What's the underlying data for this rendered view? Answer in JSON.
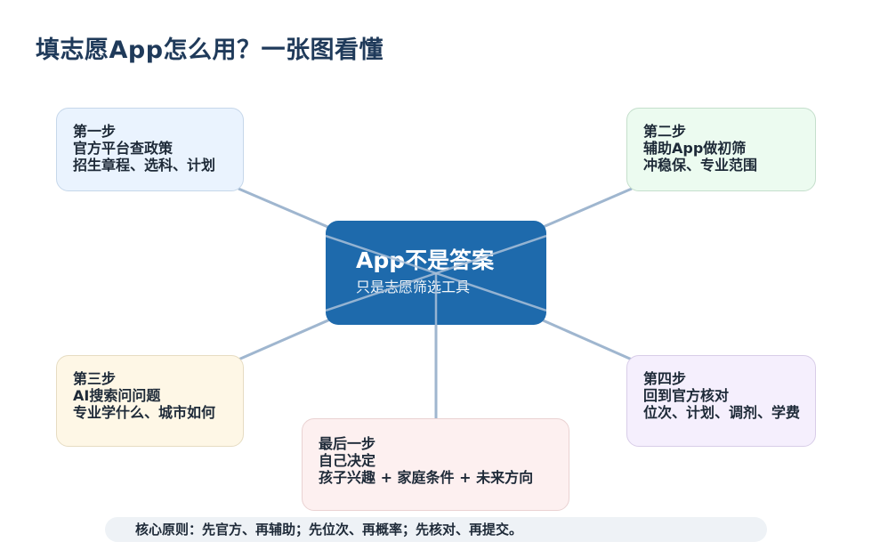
{
  "title": "填志愿App怎么用？一张图看懂",
  "center": {
    "heading": "App不是答案",
    "sub": "只是志愿筛选工具"
  },
  "cards": [
    {
      "line1": "第一步",
      "line2": "官方平台查政策",
      "line3": "招生章程、选科、计划"
    },
    {
      "line1": "第二步",
      "line2": "辅助App做初筛",
      "line3": "冲稳保、专业范围"
    },
    {
      "line1": "第三步",
      "line2": "AI搜索问问题",
      "line3": "专业学什么、城市如何"
    },
    {
      "line1": "第四步",
      "line2": "回到官方核对",
      "line3": "位次、计划、调剂、学费"
    },
    {
      "line1": "最后一步",
      "line2": "自己决定",
      "line3": "孩子兴趣 + 家庭条件 + 未来方向"
    }
  ],
  "footer": "核心原则：先官方、再辅助；先位次、再概率；先核对、再提交。",
  "colors": {
    "center_bg": "#1e6aac",
    "connector": "#9fb6cf",
    "title": "#1f3a5a"
  }
}
